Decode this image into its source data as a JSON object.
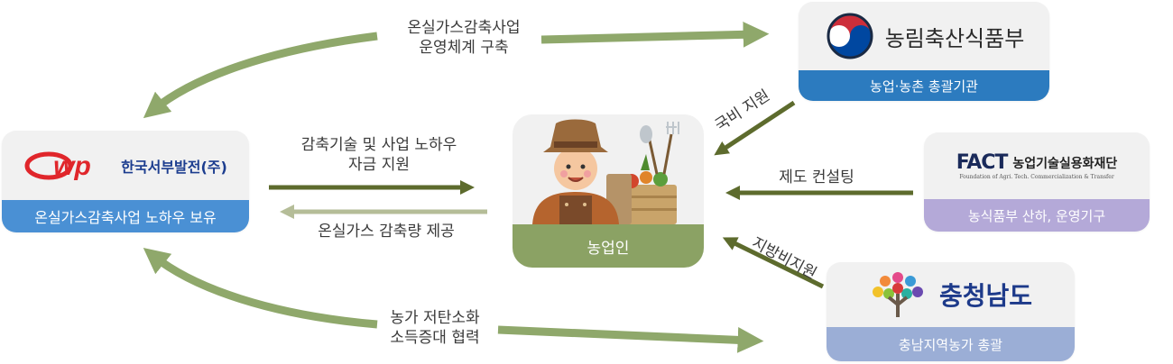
{
  "center": {
    "label": "농업인"
  },
  "organizations": {
    "kowepo": {
      "logo_text": "wp",
      "name": "한국서부발전(주)",
      "role": "온실가스감축사업 노하우 보유",
      "band_color": "#4a90d4"
    },
    "ministry": {
      "name": "농림축산식품부",
      "role": "농업·농촌 총괄기관",
      "band_color": "#2c7bbf"
    },
    "fact": {
      "logo_text": "FACT",
      "name": "농업기술실용화재단",
      "subtitle": "Foundation of Agri. Tech. Commercialization & Transfer",
      "role": "농식품부 산하, 운영기구",
      "band_color": "#b4a9d8"
    },
    "chungnam": {
      "name": "충청남도",
      "role": "충남지역농가 총괄",
      "band_color": "#9baed6"
    }
  },
  "flows": {
    "to_ministry": [
      "온실가스감축사업",
      "운영체계 구축"
    ],
    "to_farmer": [
      "감축기술 및 사업 노하우",
      "자금 지원"
    ],
    "from_farmer": "온실가스 감축량 제공",
    "bottom": [
      "농가 저탄소화",
      "소득증대 협력"
    ],
    "national": "국비 지원",
    "consulting": "제도 컨설팅",
    "local": "지방비지원"
  },
  "colors": {
    "arrow_light": "#8fa86b",
    "arrow_dark": "#5d6b2d",
    "arrow_pale": "#b5bd98"
  }
}
